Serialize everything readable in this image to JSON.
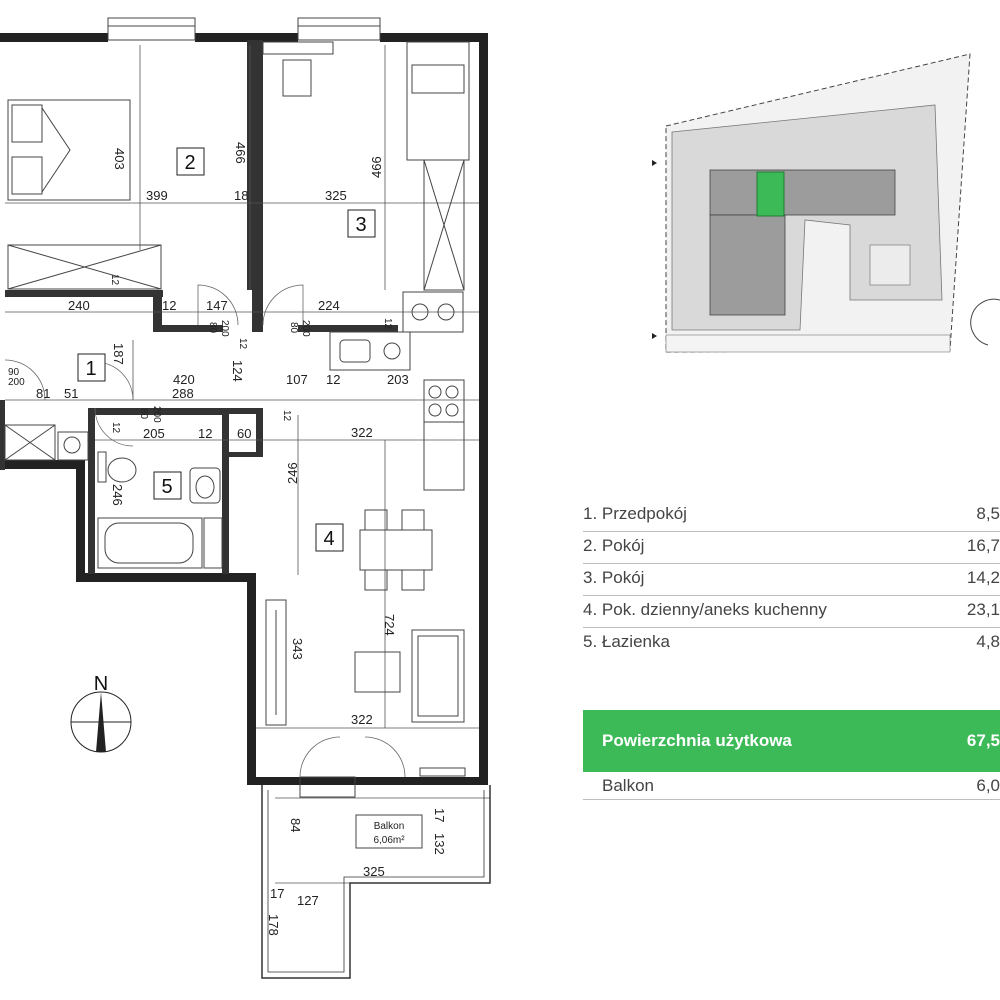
{
  "rooms": [
    {
      "num": "1",
      "label": "1. Przedpokój",
      "area": "8,5"
    },
    {
      "num": "2",
      "label": "2. Pokój",
      "area": "16,7"
    },
    {
      "num": "3",
      "label": "3. Pokój",
      "area": "14,2"
    },
    {
      "num": "4",
      "label": "4. Pok. dzienny/aneks kuchenny",
      "area": "23,1"
    },
    {
      "num": "5",
      "label": "5. Łazienka",
      "area": "4,8"
    }
  ],
  "summary": {
    "usable_label": "Powierzchnia użytkowa",
    "usable_value": "67,5",
    "balcony_label": "Balkon",
    "balcony_value": "6,0"
  },
  "balcony_box": {
    "title": "Balkon",
    "area": "6,06m²"
  },
  "compass": {
    "north": "N"
  },
  "dimensions": {
    "d403": "403",
    "d466a": "466",
    "d399": "399",
    "d18": "18",
    "d325a": "325",
    "d466b": "466",
    "d12a": "12",
    "d240": "240",
    "d12b": "12",
    "d147": "147",
    "d224": "224",
    "d12c": "12",
    "d80a": "80",
    "d200a": "200",
    "d80b": "80",
    "d200b": "200",
    "d12d": "12",
    "d187": "187",
    "d420": "420",
    "d124": "124",
    "d107": "107",
    "d12e": "12",
    "d203": "203",
    "d90": "90",
    "d200c": "200",
    "d81": "81",
    "d51": "51",
    "d288": "288",
    "d12f": "12",
    "d205": "205",
    "d12g": "12",
    "d60": "60",
    "d12h": "12",
    "d322a": "322",
    "d80c": "80",
    "d200d": "200",
    "d246a": "246",
    "d246b": "246",
    "d724": "724",
    "d343": "343",
    "d322b": "322",
    "d84": "84",
    "d17a": "17",
    "d132": "132",
    "d325b": "325",
    "d17b": "17",
    "d127": "127",
    "d178": "178"
  }
}
